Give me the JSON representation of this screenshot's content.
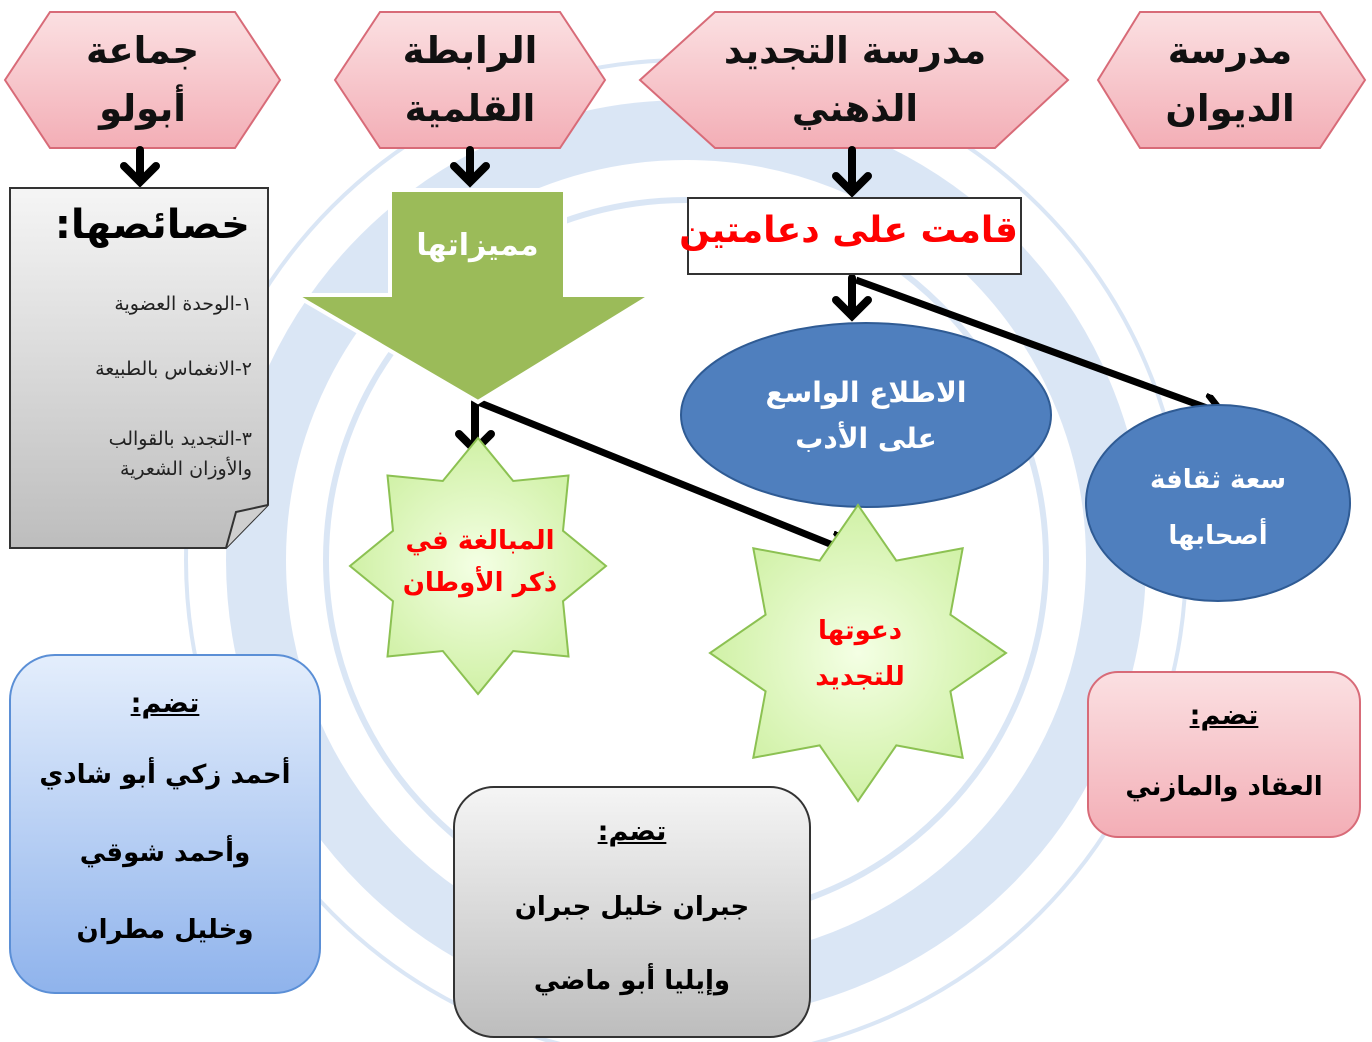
{
  "colors": {
    "pink_fill": "#f6c6cc",
    "blue_ellipse": "#4f7fbe",
    "green_arrow": "#9bbb59",
    "star_fill": "#d9f5b3",
    "gray_box": "#d9d9d9",
    "light_blue_box": "#a9c6f2",
    "red_text": "#ff0000"
  },
  "schools": {
    "apollo": "جماعة\nأبولو",
    "pen_league": "الرابطة\nالقلمية",
    "mental_renewal": "مدرسة التجديد\nالذهني",
    "diwan": "مدرسة\nالديوان"
  },
  "apollo_card": {
    "title": "خصائصها:",
    "items": [
      "١-الوحدة العضوية",
      "٢-الانغماس بالطبيعة",
      "٣-التجديد بالقوالب\nوالأوزان الشعرية"
    ]
  },
  "pen_league_arrow": "مميزاتها",
  "stars": {
    "exaggeration": "المبالغة في\nذكر الأوطان",
    "call_renewal": "دعوتها\nللتجديد"
  },
  "pillars": {
    "title": "قامت على دعامتين",
    "wide_reading": "الاطلاع الواسع\nعلى الأدب",
    "culture": "سعة ثقافة\nأصحابها"
  },
  "members": {
    "heading": "تضم:",
    "apollo": [
      "أحمد زكي أبو شادي",
      "وأحمد شوقي",
      "وخليل مطران"
    ],
    "pen_league": [
      "جبران خليل جبران",
      "وإيليا أبو ماضي"
    ],
    "diwan": "العقاد والمازني"
  }
}
